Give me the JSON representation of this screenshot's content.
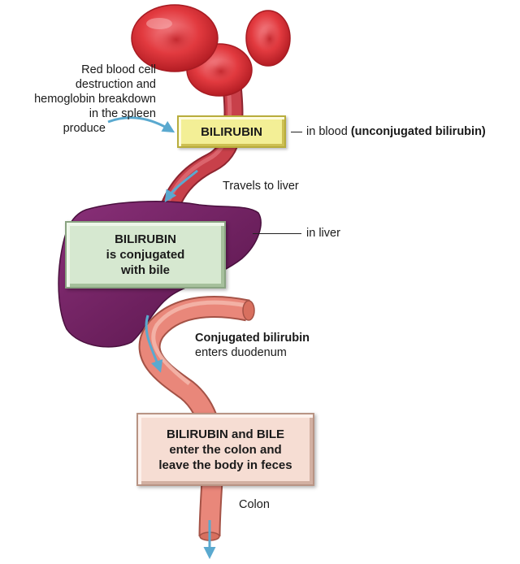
{
  "intro_lines": [
    "Red blood cell",
    "destruction and",
    "hemoglobin breakdown",
    "in the spleen",
    "produce"
  ],
  "box1": {
    "text": "BILIRUBIN"
  },
  "blood_label": {
    "prefix": "in blood",
    "emphasis": "(unconjugated bilirubin)"
  },
  "travels_label": "Travels to liver",
  "liver_label": "in liver",
  "box2": {
    "lines": [
      "BILIRUBIN",
      "is conjugated",
      "with bile"
    ]
  },
  "duodenum_label": {
    "bold": "Conjugated bilirubin",
    "rest": "enters duodenum"
  },
  "box3": {
    "lines": [
      "BILIRUBIN and BILE",
      "enter the colon and",
      "leave the body in feces"
    ]
  },
  "colon_label": "Colon",
  "colors": {
    "rbc": "#e23a3f",
    "vessel": "#c8404a",
    "liver": "#6e1f5e",
    "intestine": "#e9877a",
    "arrow": "#5aa9cf"
  }
}
